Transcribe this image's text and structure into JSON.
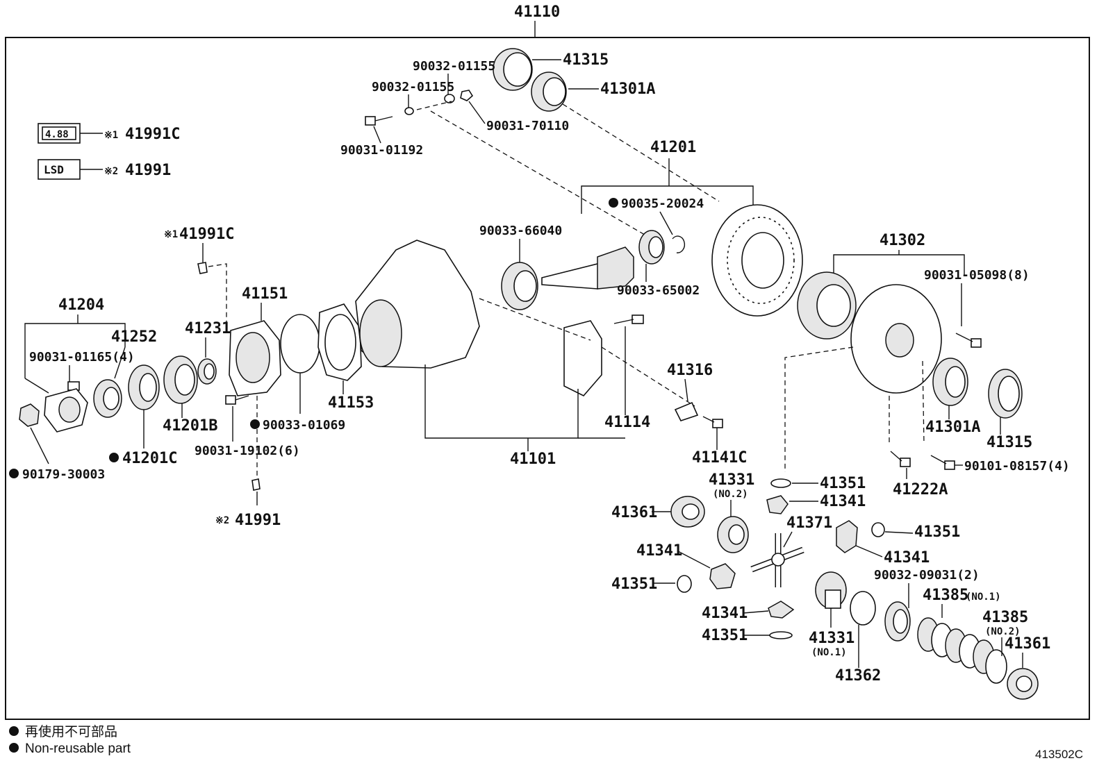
{
  "diagram": {
    "assembly_number": "41110",
    "figure_code": "413502C",
    "legend": {
      "jp": "再使用不可部品",
      "en": "Non-reusable part"
    },
    "variants": [
      {
        "box": "4.88",
        "marker": "※1",
        "part": "41991C"
      },
      {
        "box": "LSD",
        "marker": "※2",
        "part": "41991"
      }
    ],
    "labels": {
      "p41315_top": "41315",
      "p41301A_top": "41301A",
      "p90032_01155_a": "90032-01155",
      "p90032_01155_b": "90032-01155",
      "p90031_70110": "90031-70110",
      "p90031_01192": "90031-01192",
      "p41201": "41201",
      "p90035_20024": "90035-20024",
      "p90033_66040": "90033-66040",
      "p90033_65002": "90033-65002",
      "p41302": "41302",
      "p90031_05098": "90031-05098(8)",
      "p41991C_mid": "41991C",
      "p41991C_mid_marker": "※1",
      "p41151": "41151",
      "p41204": "41204",
      "p41252": "41252",
      "p90031_01165": "90031-01165(4)",
      "p41231": "41231",
      "p41201B": "41201B",
      "p41201C": "41201C",
      "p90179_30003": "90179-30003",
      "p90033_01069": "90033-01069",
      "p90031_19102": "90031-19102(6)",
      "p41153": "41153",
      "p41991_low": "41991",
      "p41991_low_marker": "※2",
      "p41101": "41101",
      "p41114": "41114",
      "p41316": "41316",
      "p41141C": "41141C",
      "p41301A_right": "41301A",
      "p41315_right": "41315",
      "p41222A": "41222A",
      "p90101_08157": "90101-08157(4)",
      "p41351_a": "41351",
      "p41331_top": "41331",
      "p41331_top_sub": "(NO.2)",
      "p41341_a": "41341",
      "p41361_left": "41361",
      "p41371": "41371",
      "p41351_b": "41351",
      "p41341_b": "41341",
      "p41341_c": "41341",
      "p41351_c": "41351",
      "p41341_d": "41341",
      "p41351_d": "41351",
      "p90032_09031": "90032-09031(2)",
      "p41385_1": "41385",
      "p41385_1_sub": "(NO.1)",
      "p41385_2": "41385",
      "p41385_2_sub": "(NO.2)",
      "p41361_right": "41361",
      "p41331_bottom": "41331",
      "p41331_bottom_sub": "(NO.1)",
      "p41362": "41362"
    }
  }
}
